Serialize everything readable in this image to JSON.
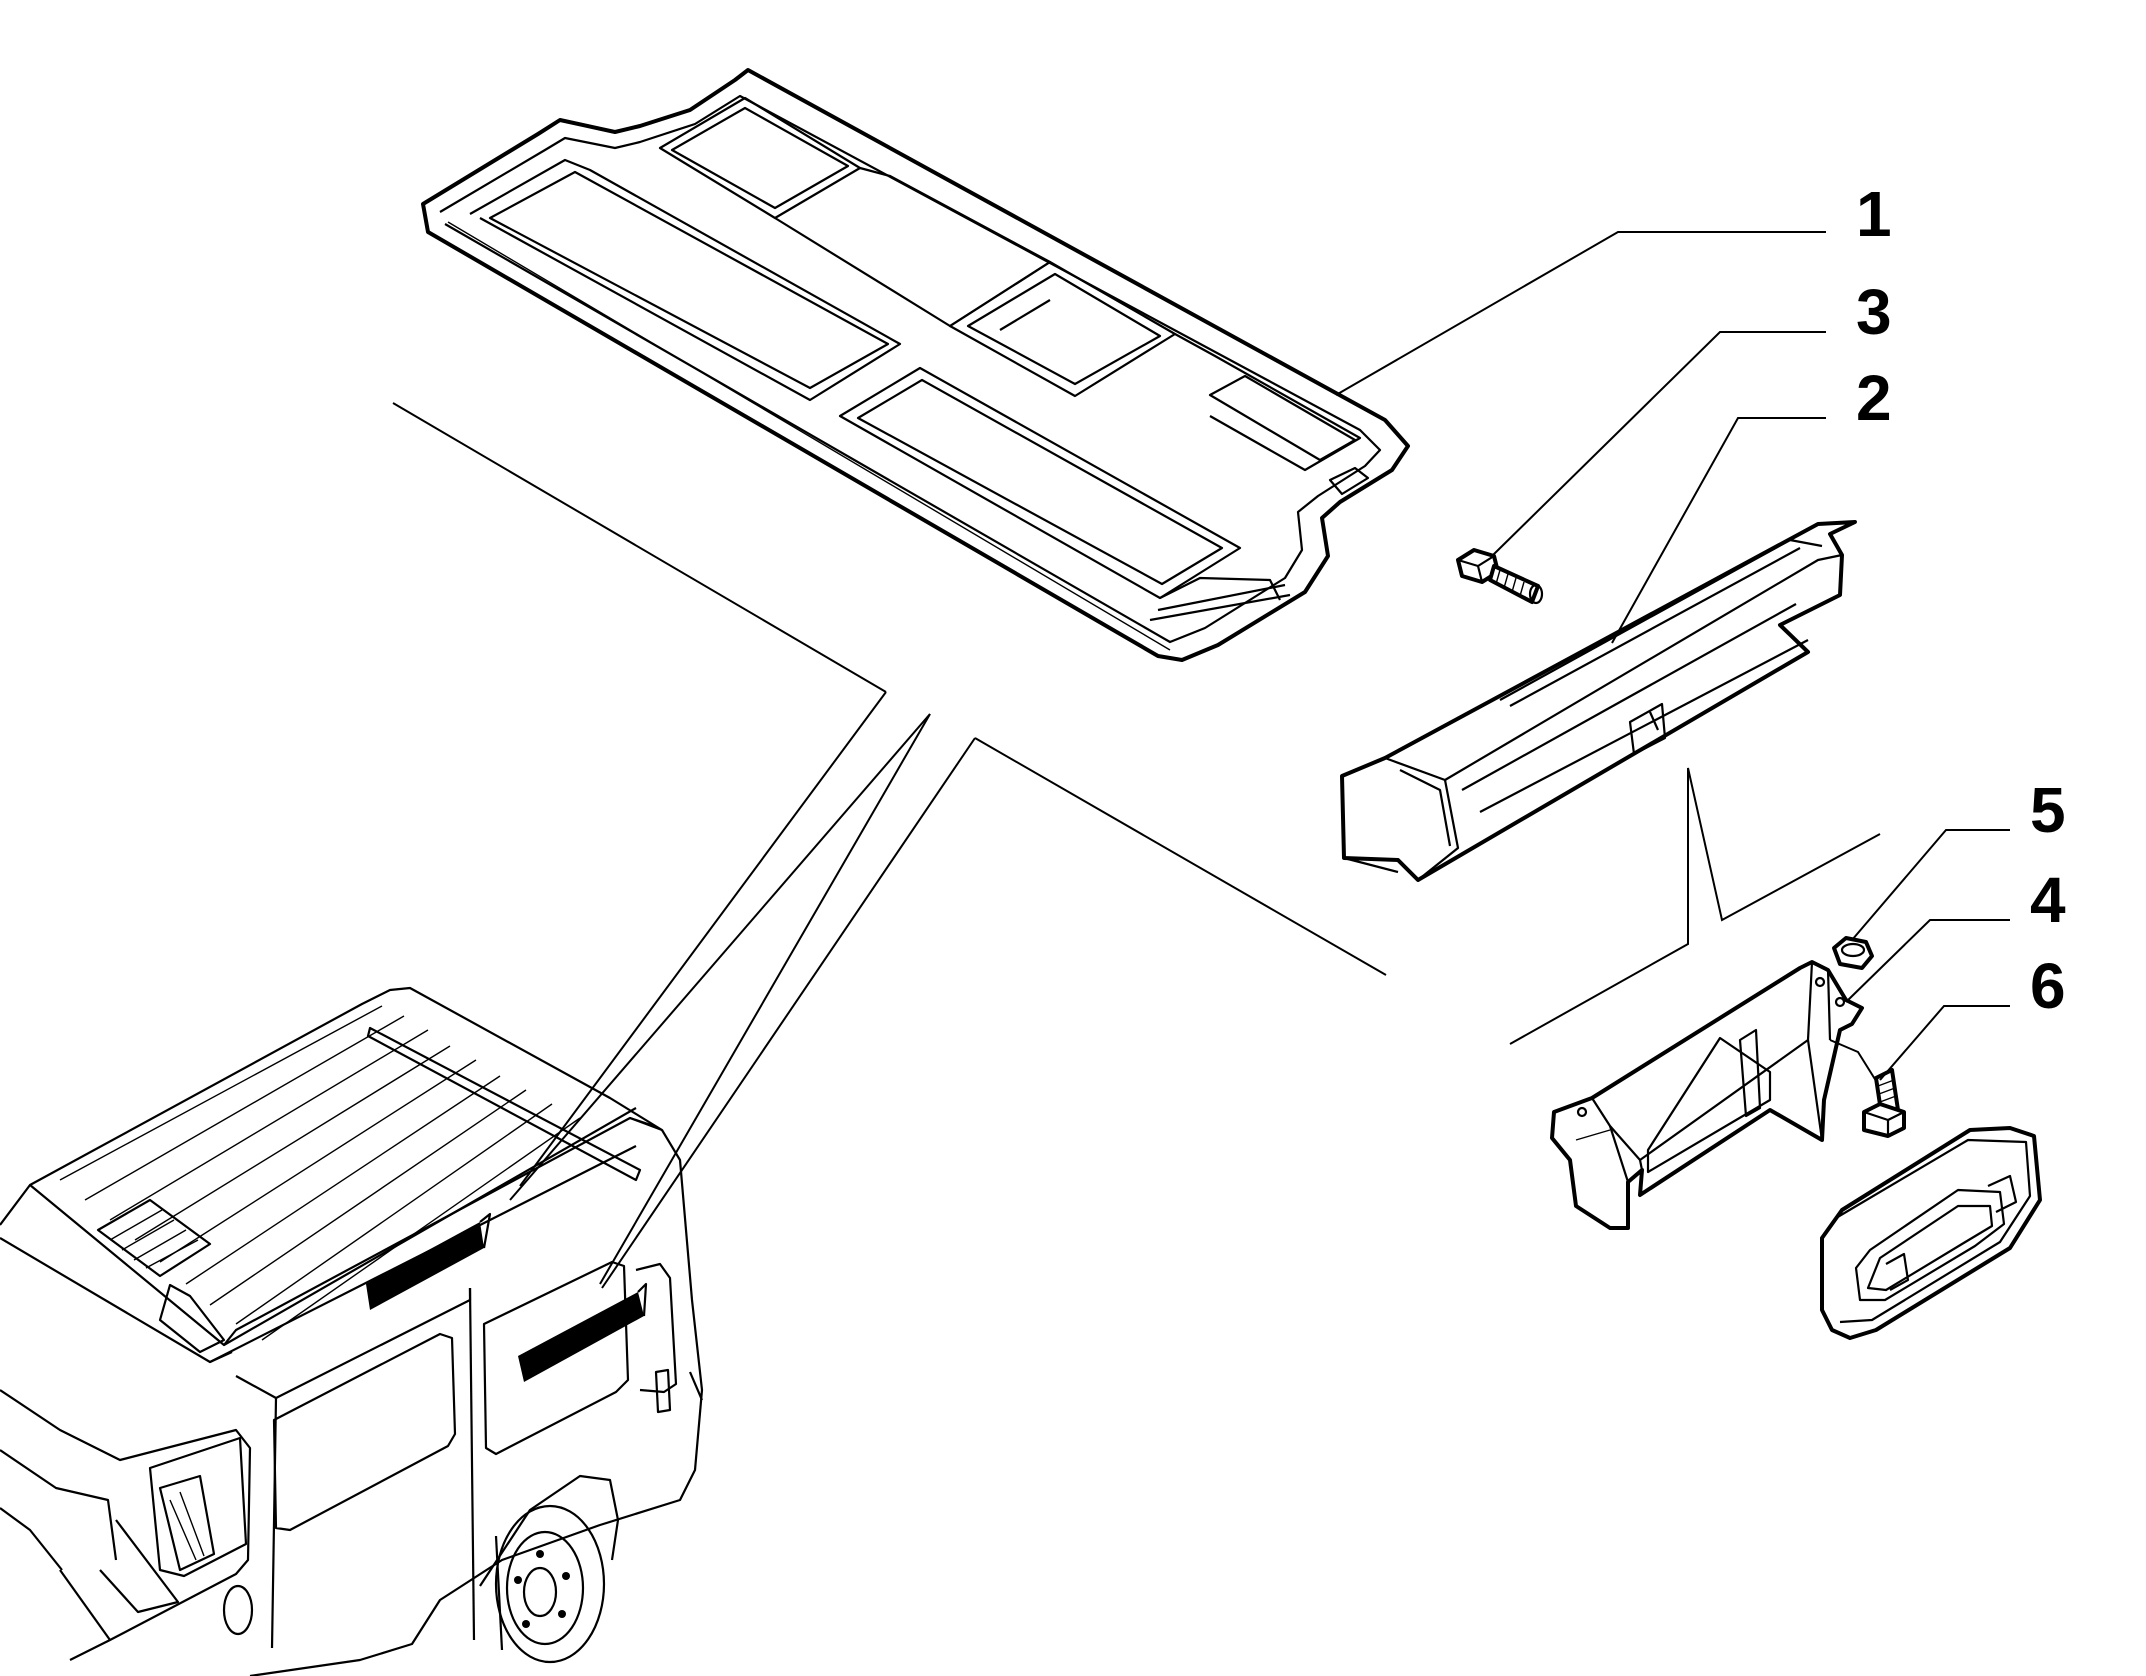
{
  "callouts": [
    {
      "id": "1",
      "text": "1"
    },
    {
      "id": "3",
      "text": "3"
    },
    {
      "id": "2",
      "text": "2"
    },
    {
      "id": "5",
      "text": "5"
    },
    {
      "id": "4",
      "text": "4"
    },
    {
      "id": "6",
      "text": "6"
    }
  ]
}
